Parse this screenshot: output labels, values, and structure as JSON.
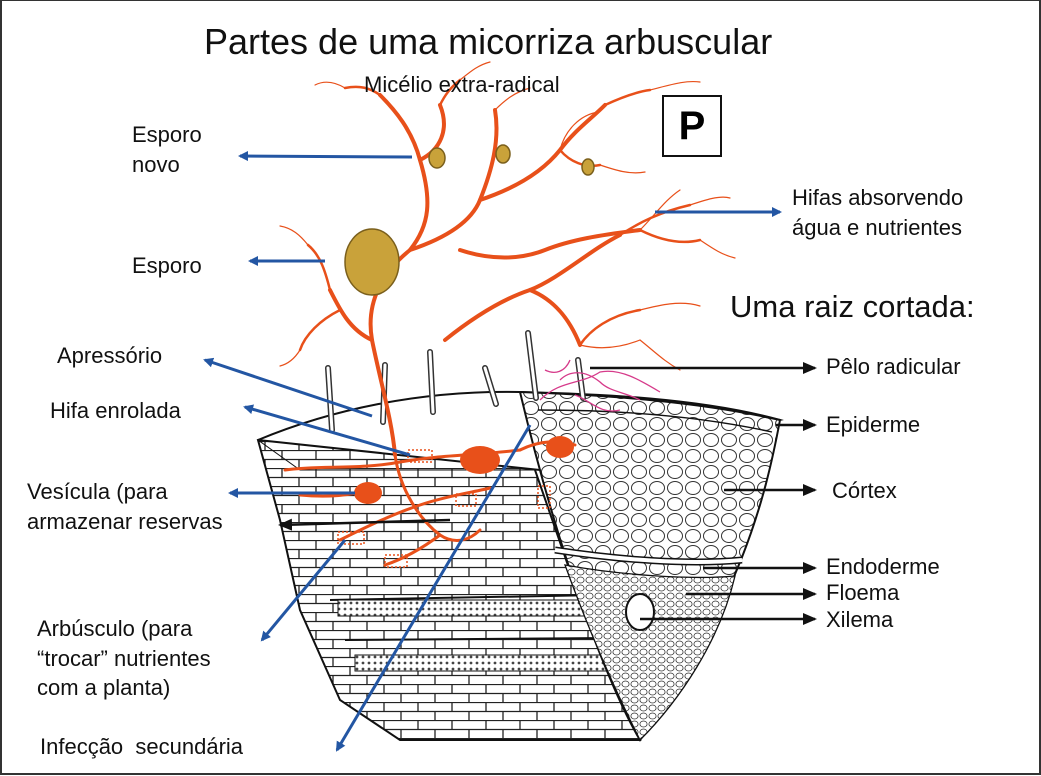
{
  "title": "Partes de uma micorriza arbuscular",
  "subtitle": "Micélio extra-radical",
  "badge": "P",
  "section_heading": "Uma raiz cortada:",
  "labels_left": {
    "esporo_novo": "Esporo\nnovo",
    "esporo": "Esporo",
    "apressorio": "Apressório",
    "hifa_enrolada": "Hifa enrolada",
    "vesicula": "Vesícula (para\narmazenar reservas",
    "arbusculo": "Arbúsculo (para\n“trocar” nutrientes\ncom a planta)",
    "infeccao": "Infecção  secundária"
  },
  "labels_right": {
    "hifas": "Hifas absorvendo\nágua e nutrientes",
    "pelo": "Pêlo radicular",
    "epiderme": "Epiderme",
    "cortex": "Córtex",
    "endoderme": "Endoderme",
    "floema": "Floema",
    "xilema": "Xilema"
  },
  "colors": {
    "fungus": "#e8501a",
    "spore": "#c9a23a",
    "blue_arrow": "#2356a3",
    "black_arrow": "#111111",
    "root_hair_hyphae": "#d63a8a"
  }
}
